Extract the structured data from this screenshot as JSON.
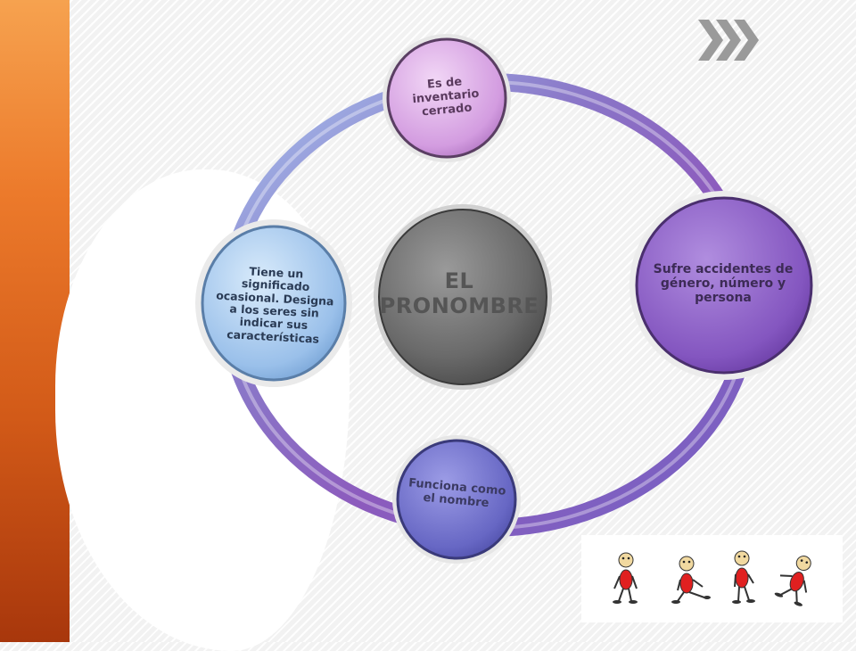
{
  "diagram": {
    "center_label": "EL PRONOMBRE",
    "nodes": [
      {
        "id": "top",
        "label": "Es de inventario cerrado"
      },
      {
        "id": "right",
        "label": "Sufre accidentes de género, número y persona"
      },
      {
        "id": "bottom",
        "label": "Funciona como el nombre"
      },
      {
        "id": "left",
        "label": "Tiene un significado ocasional. Designa a los seres sin indicar sus características"
      }
    ]
  },
  "colors": {
    "side_bar": "#e0772a",
    "center": "#6b6b6b",
    "top_node": "#d9a8e6",
    "right_node": "#8a5cc2",
    "bottom_node": "#6a6ac8",
    "left_node": "#9cc3ec",
    "figure_body": "#e02020"
  },
  "icons": {
    "chevrons": "triple-chevron-right-icon",
    "figures": "stick-figure-icon"
  }
}
